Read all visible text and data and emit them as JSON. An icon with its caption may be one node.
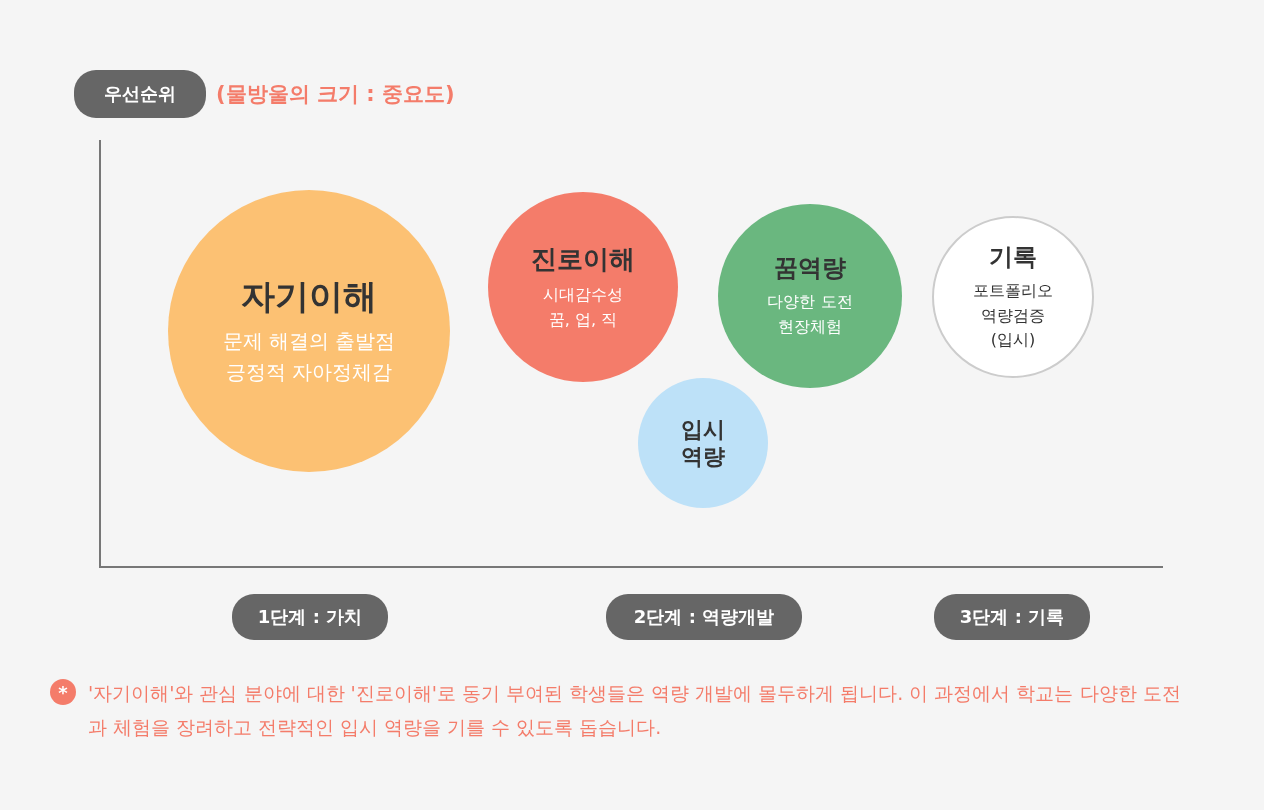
{
  "diagram": {
    "nodes": [
      {
        "text": [
          "우선순위"
        ]
      },
      {
        "text": [
          "자기이해",
          "문제 해결의 출발점",
          "긍정적 자아정체감"
        ]
      },
      {
        "text": [
          "진로이해",
          "시대감수성",
          "꿈, 업, 직"
        ]
      },
      {
        "text": [
          "꿈역량",
          "다양한 도전",
          "현장체험"
        ]
      },
      {
        "text": [
          "기록",
          "포트폴리오",
          "역량검증",
          "(입시)"
        ]
      },
      {
        "text": [
          "입시 역량"
        ]
      },
      {
        "text": [
          "1단계 : 가치"
        ]
      },
      {
        "text": [
          "2단계 : 역량개발"
        ]
      },
      {
        "text": [
          "3단계 : 기록"
        ]
      },
      {
        "text": [
          "*"
        ]
      }
    ],
    "edges": [],
    "labels": [
      "(물방울의 크기 : 중요도)",
      "'자기이해'와 관심 분야에 대한 '진로이해'로 동기 부여된 학생들은 역량 개발에 몰두하게 됩니다. 이 과정에서 학교는 다양한 도전과 체험을 장려하고 전략적인 입시 역량을 기를 수 있도록 돕습니다."
    ]
  }
}
